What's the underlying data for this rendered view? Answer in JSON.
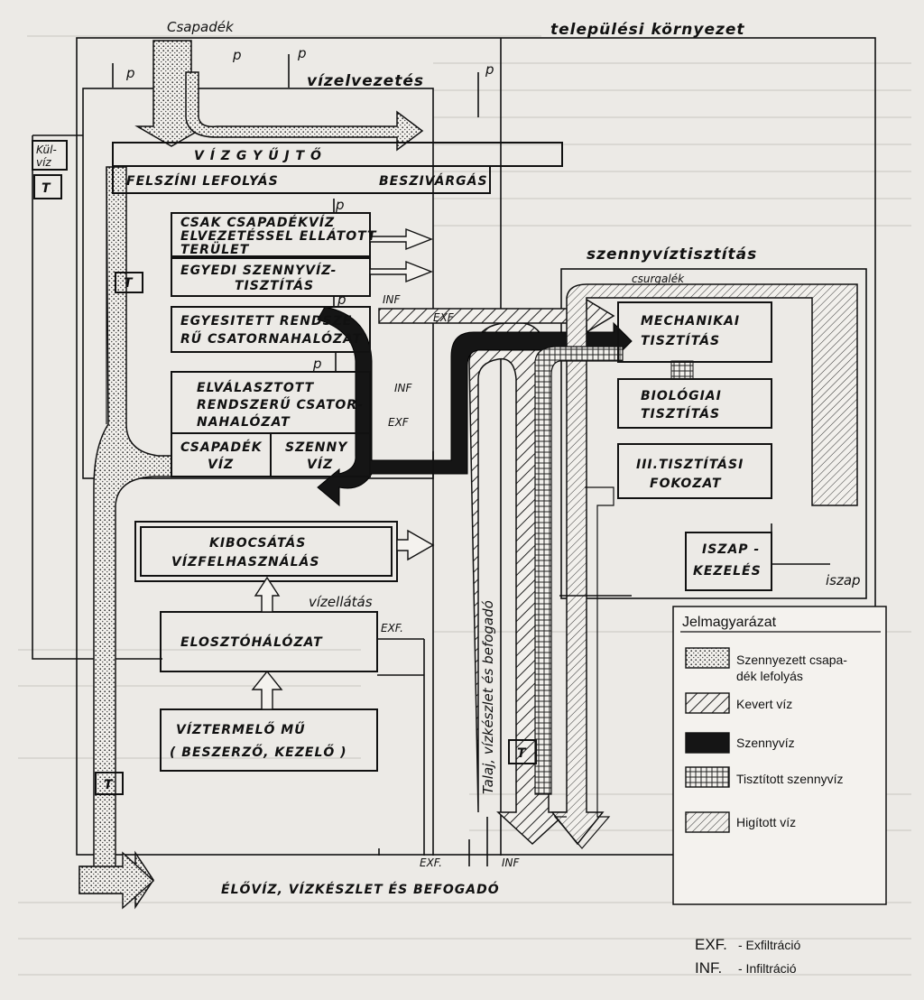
{
  "header": {
    "rainfall": "Csapadék",
    "settlement_env": "települési környezet",
    "wastewater_treatment": "szennyvíztisztítás",
    "sewerage": "vízelvezetés",
    "water_supply": "vízellátás"
  },
  "labels": {
    "p": "p",
    "inf": "INF",
    "exf": "EXF",
    "exf_dot": "EXF.",
    "inf_dot": "INF.",
    "t": "T",
    "kul_viz_1": "Kül-",
    "kul_viz_2": "víz",
    "csurgalek": "csurgalék",
    "iszap": "iszap",
    "groundwater": "Talaj, vízkészlet és befogadó"
  },
  "boxes": {
    "catchment": "V Í Z G Y Ű J T Ő",
    "surface_runoff": "FELSZÍNI LEFOLYÁS",
    "infiltration": "BESZIVÁRGÁS",
    "rain_only_1": "CSAK CSAPADÉKVÍZ",
    "rain_only_2": "ELVEZETÉSSEL ELLÁTOTT",
    "rain_only_3": "TERÜLET",
    "individual_1": "EGYEDI SZENNYVÍZ-",
    "individual_2": "TISZTÍTÁS",
    "combined_1": "EGYESITETT RENDSZE",
    "combined_2": "RŰ CSATORNAHALÓZAT",
    "separate_1": "ELVÁLASZTOTT",
    "separate_2": "RENDSZERŰ  CSATOR-",
    "separate_3": "NAHALÓZAT",
    "rainwater_1": "CSAPADÉK",
    "rainwater_2": "VÍZ",
    "sewage_1": "SZENNY",
    "sewage_2": "VÍZ",
    "emission_1": "KIBOCSÁTÁS",
    "emission_2": "VÍZFELHASZNÁLÁS",
    "distribution": "ELOSZTÓHÁLÓZAT",
    "waterworks_1": "VÍZTERMELŐ  MŰ",
    "waterworks_2": "( BESZERZŐ, KEZELŐ )",
    "mechanical_1": "MECHANIKAI",
    "mechanical_2": "TISZTÍTÁS",
    "biological_1": "BIOLÓGIAI",
    "biological_2": "TISZTÍTÁS",
    "tertiary_1": "III.TISZTÍTÁSI",
    "tertiary_2": "FOKOZAT",
    "sludge_1": "ISZAP -",
    "sludge_2": "KEZELÉS",
    "receiving_water": "ÉLŐVÍZ, VÍZKÉSZLET  ÉS  BEFOGADÓ"
  },
  "legend": {
    "title": "Jelmagyarázat",
    "items": [
      {
        "pattern": "dotted",
        "label_1": "Szennyezett csapa-",
        "label_2": "dék lefolyás"
      },
      {
        "pattern": "hatched",
        "label_1": "Kevert víz",
        "label_2": ""
      },
      {
        "pattern": "solid",
        "label_1": "Szennyvíz",
        "label_2": ""
      },
      {
        "pattern": "crosshatch",
        "label_1": "Tisztított szennyvíz",
        "label_2": ""
      },
      {
        "pattern": "diluted",
        "label_1": "Higított víz",
        "label_2": ""
      }
    ],
    "abbr": [
      {
        "key": "EXF.",
        "value": "- Exfiltráció"
      },
      {
        "key": "INF.",
        "value": "- Infiltráció"
      }
    ]
  }
}
